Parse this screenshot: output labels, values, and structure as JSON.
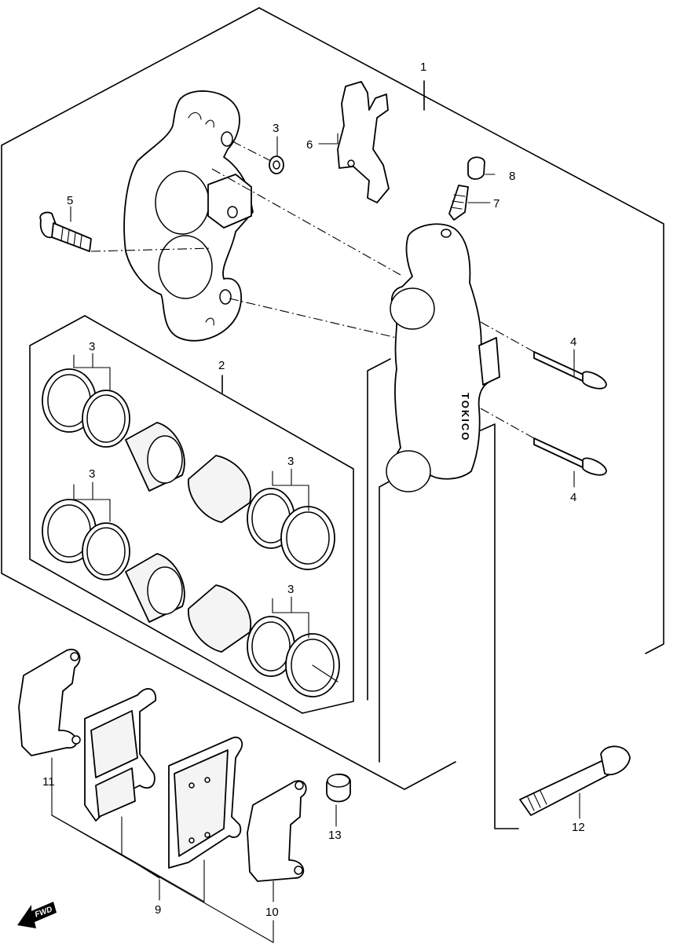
{
  "labels": {
    "p1": "1",
    "p2": "2",
    "p3a": "3",
    "p3b": "3",
    "p3c": "3",
    "p3d": "3",
    "p3e": "3",
    "p4a": "4",
    "p4b": "4",
    "p5": "5",
    "p6": "6",
    "p7": "7",
    "p8": "8",
    "p9": "9",
    "p10": "10",
    "p11": "11",
    "p12": "12",
    "p13": "13"
  },
  "fwd_label": "FWD",
  "caliper_brand": "TOKICO"
}
